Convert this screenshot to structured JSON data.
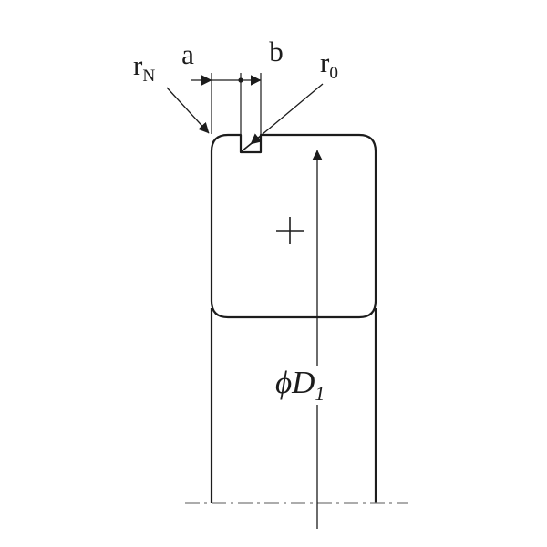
{
  "diagram": {
    "labels": {
      "r_n": {
        "base": "r",
        "sub": "N"
      },
      "a": "a",
      "b": "b",
      "r_0": {
        "base": "r",
        "sub": "0"
      },
      "d_1": {
        "base": "ϕD",
        "sub": "1"
      }
    },
    "colors": {
      "line": "#1c1c1c",
      "centerline": "#7a7a7a",
      "background": "#ffffff"
    }
  }
}
